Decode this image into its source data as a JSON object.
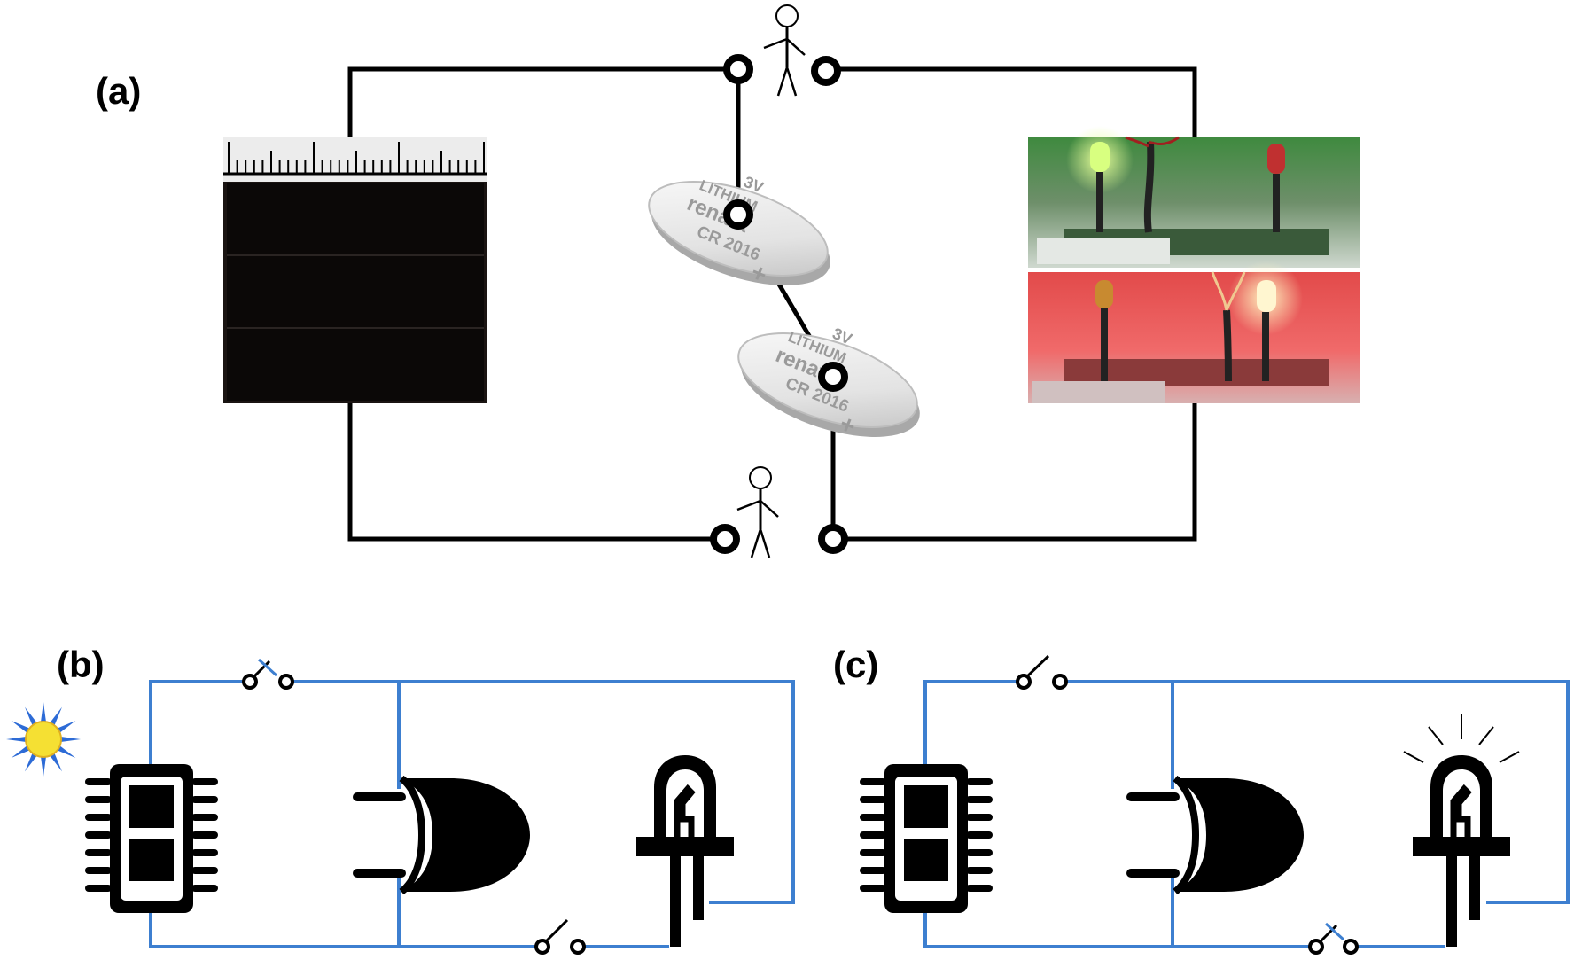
{
  "panels": {
    "a": {
      "label": "(a)"
    },
    "b": {
      "label": "(b)"
    },
    "c": {
      "label": "(c)"
    }
  },
  "coin_cell": {
    "voltage": "3V",
    "chemistry": "LITHIUM",
    "brand": "renata",
    "model": "CR 2016",
    "polarity": "+"
  },
  "colors": {
    "wire_a": "#000000",
    "wire_bc": "#3d7fd0",
    "led_green": "#b8ff60",
    "led_red": "#ff3030",
    "sun": "#f5e033",
    "sun_rays": "#2d6bd6"
  }
}
